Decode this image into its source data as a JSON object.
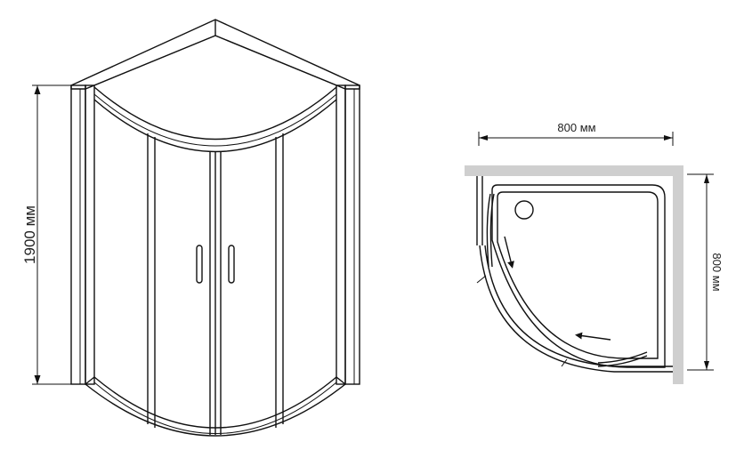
{
  "dimensions": {
    "height": "1900 мм",
    "width": "800 мм",
    "depth": "800 мм"
  },
  "colors": {
    "line": "#111111",
    "wall": "#cfcfcf",
    "background": "#ffffff"
  },
  "icons": [
    "door-handle-icon",
    "slide-direction-arrow-icon",
    "drain-icon"
  ]
}
